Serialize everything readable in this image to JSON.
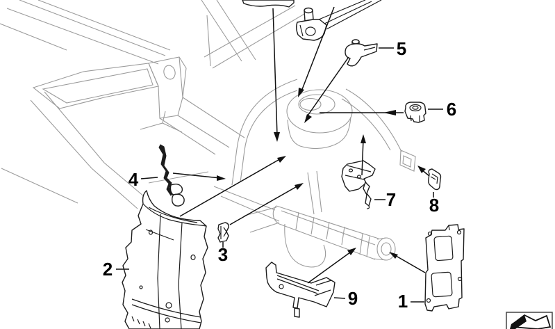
{
  "diagram": {
    "description": "Exploded technical line-art diagram of front body brackets with numbered callouts",
    "background_color": "#ffffff",
    "part_line_color": "#1c1c1c",
    "body_line_color": "#9b9b9b",
    "callout_text_color": "#000000",
    "callouts": [
      {
        "number": "1"
      },
      {
        "number": "2"
      },
      {
        "number": "3"
      },
      {
        "number": "4"
      },
      {
        "number": "5"
      },
      {
        "number": "6"
      },
      {
        "number": "7"
      },
      {
        "number": "8"
      },
      {
        "number": "9"
      }
    ]
  }
}
